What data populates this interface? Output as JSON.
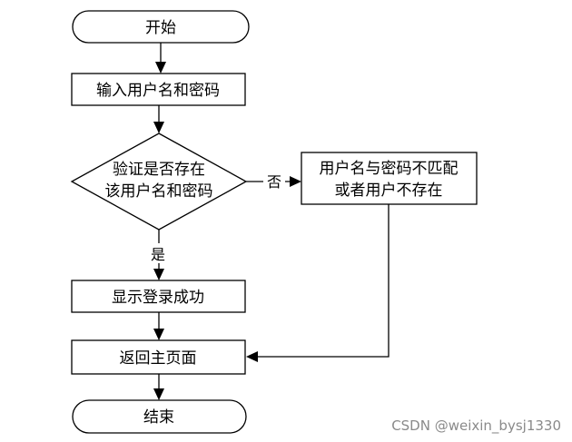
{
  "nodes": {
    "start": "开始",
    "input": "输入用户名和密码",
    "check_line1": "验证是否存在",
    "check_line2": "该用户名和密码",
    "mismatch_line1": "用户名与密码不匹配",
    "mismatch_line2": "或者用户不存在",
    "success": "显示登录成功",
    "return_home": "返回主页面",
    "end": "结束"
  },
  "edges": {
    "no_label": "否",
    "yes_label": "是"
  },
  "watermark": "CSDN @weixin_bysj1330"
}
